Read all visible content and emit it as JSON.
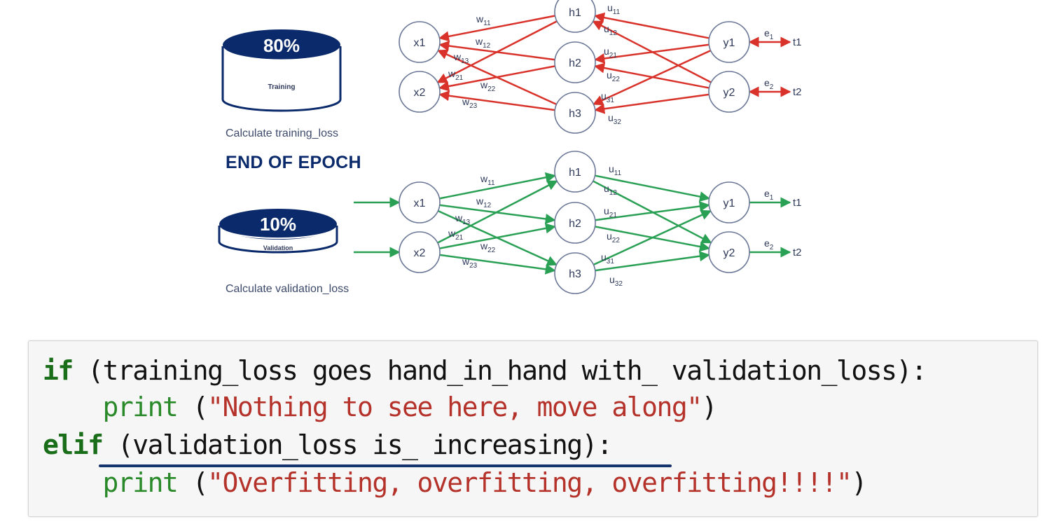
{
  "colors": {
    "navy": "#0b2a6b",
    "node_stroke": "#6a7796",
    "node_text": "#2f3a5a",
    "backprop_red": "#d8322a",
    "forward_green": "#2aa055",
    "code_keyword": "#1a6e1a",
    "code_builtin": "#2a8a2a",
    "code_string": "#b5322a",
    "code_bg": "#f6f6f6"
  },
  "training": {
    "percent": "80%",
    "label": "Training",
    "caption": "Calculate training_loss"
  },
  "epoch_heading": "END OF EPOCH",
  "validation": {
    "percent": "10%",
    "label": "Validation",
    "caption": "Calculate validation_loss"
  },
  "networks": [
    {
      "name": "training-network",
      "mode": "backpropagation",
      "color_key": "backprop_red",
      "inputs": [
        "x1",
        "x2"
      ],
      "hidden": [
        "h1",
        "h2",
        "h3"
      ],
      "outputs": [
        "y1",
        "y2"
      ],
      "targets": [
        "t1",
        "t2"
      ],
      "errors": [
        {
          "base": "e",
          "sub": "1"
        },
        {
          "base": "e",
          "sub": "2"
        }
      ],
      "input_weights": [
        {
          "base": "w",
          "sub": "11"
        },
        {
          "base": "w",
          "sub": "12"
        },
        {
          "base": "w",
          "sub": "13"
        },
        {
          "base": "w",
          "sub": "21"
        },
        {
          "base": "w",
          "sub": "22"
        },
        {
          "base": "w",
          "sub": "23"
        }
      ],
      "hidden_weights": [
        {
          "base": "u",
          "sub": "11"
        },
        {
          "base": "u",
          "sub": "12"
        },
        {
          "base": "u",
          "sub": "21"
        },
        {
          "base": "u",
          "sub": "22"
        },
        {
          "base": "u",
          "sub": "31"
        },
        {
          "base": "u",
          "sub": "32"
        }
      ]
    },
    {
      "name": "validation-network",
      "mode": "forward",
      "color_key": "forward_green",
      "inputs": [
        "x1",
        "x2"
      ],
      "hidden": [
        "h1",
        "h2",
        "h3"
      ],
      "outputs": [
        "y1",
        "y2"
      ],
      "targets": [
        "t1",
        "t2"
      ],
      "errors": [
        {
          "base": "e",
          "sub": "1"
        },
        {
          "base": "e",
          "sub": "2"
        }
      ],
      "input_weights": [
        {
          "base": "w",
          "sub": "11"
        },
        {
          "base": "w",
          "sub": "12"
        },
        {
          "base": "w",
          "sub": "13"
        },
        {
          "base": "w",
          "sub": "21"
        },
        {
          "base": "w",
          "sub": "22"
        },
        {
          "base": "w",
          "sub": "23"
        }
      ],
      "hidden_weights": [
        {
          "base": "u",
          "sub": "11"
        },
        {
          "base": "u",
          "sub": "12"
        },
        {
          "base": "u",
          "sub": "21"
        },
        {
          "base": "u",
          "sub": "22"
        },
        {
          "base": "u",
          "sub": "31"
        },
        {
          "base": "u",
          "sub": "32"
        }
      ]
    }
  ],
  "code": {
    "lines": [
      [
        {
          "t": "if",
          "c": "kw"
        },
        {
          "t": " (training_loss goes hand_in_hand with_ validation_loss):",
          "c": ""
        }
      ],
      [
        {
          "t": "    ",
          "c": ""
        },
        {
          "t": "print",
          "c": "fn"
        },
        {
          "t": " (",
          "c": ""
        },
        {
          "t": "\"Nothing to see here, move along\"",
          "c": "str"
        },
        {
          "t": ")",
          "c": ""
        }
      ],
      [
        {
          "t": "elif",
          "c": "kw"
        },
        {
          "t": " (validation_loss is_ increasing):",
          "c": ""
        }
      ],
      [
        {
          "t": "    ",
          "c": ""
        },
        {
          "t": "print",
          "c": "fn"
        },
        {
          "t": " (",
          "c": ""
        },
        {
          "t": "\"Overfitting, overfitting, overfitting!!!!\"",
          "c": "str"
        },
        {
          "t": ")",
          "c": ""
        }
      ]
    ],
    "highlighted_line": 2
  }
}
